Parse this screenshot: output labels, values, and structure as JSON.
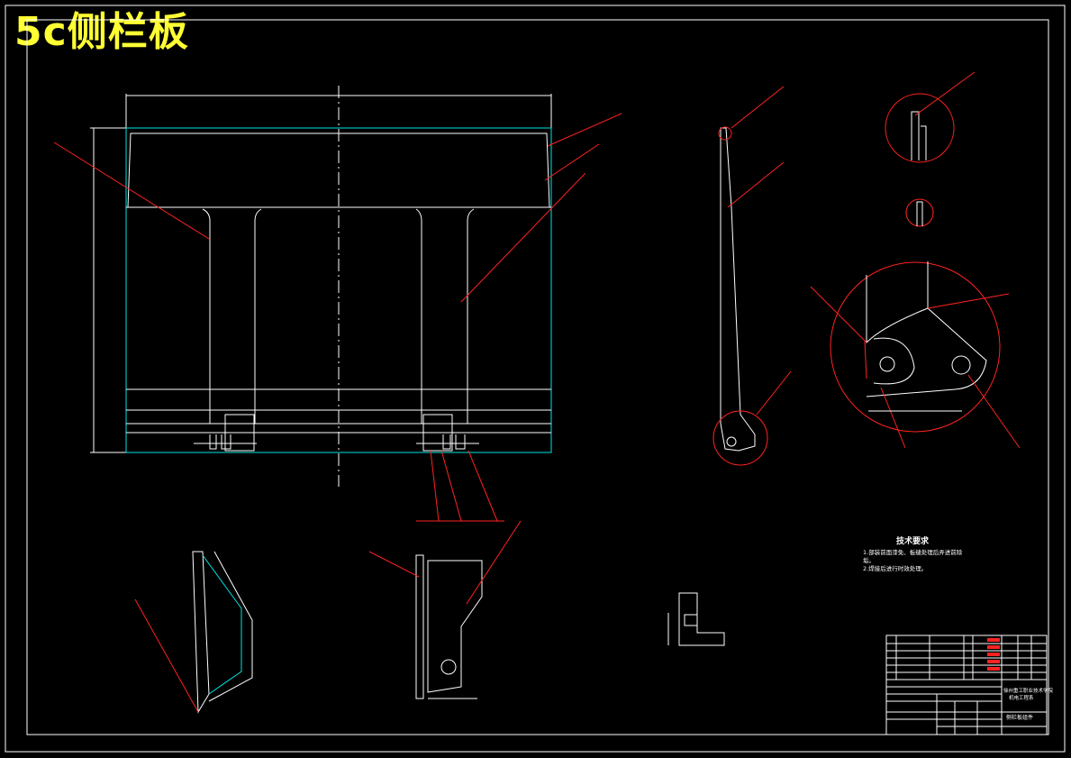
{
  "header": {
    "title": "5c侧栏板"
  },
  "tech_requirements": {
    "heading": "技术要求",
    "items": [
      "1.部装前面漆免、板缝处理后弄进前除",
      "垢。",
      "2.焊接后进行时效处理。"
    ]
  },
  "title_block": {
    "drawing_name": "侧栏板组件",
    "company": [
      "徐州重工职业技术学院",
      "机电工程系"
    ]
  }
}
